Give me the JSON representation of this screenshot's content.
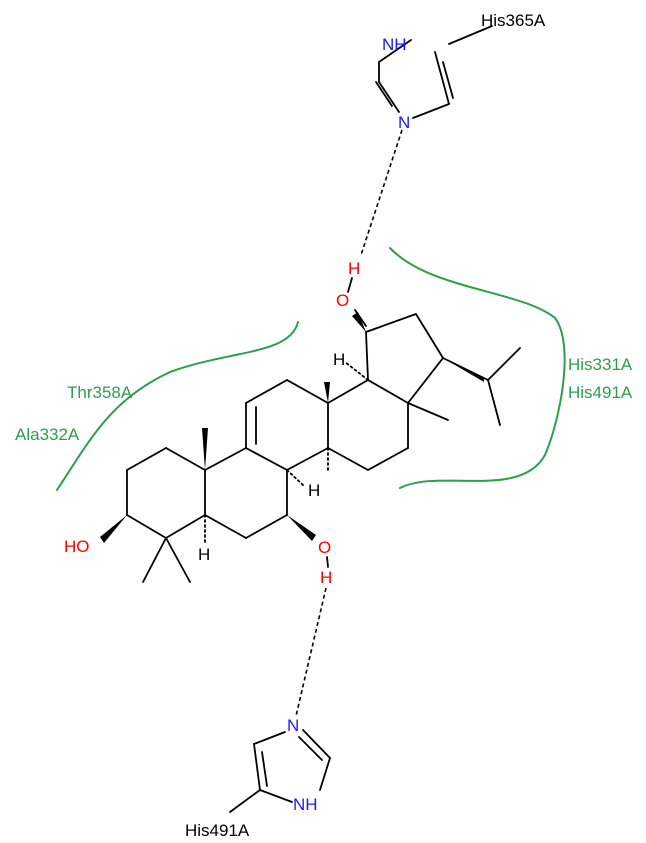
{
  "colors": {
    "bond": "#000000",
    "oxygen": "#ff0000",
    "nitrogen": "#1a1aff",
    "hydrophobic": "#2e9e4f",
    "text": "#000000"
  },
  "residues": {
    "top_his": "His365A",
    "bottom_his": "His491A"
  },
  "hydrophobic_labels": {
    "left_1": "Thr358A",
    "left_2": "Ala332A",
    "right_1": "His331A",
    "right_2": "His491A"
  },
  "atoms": {
    "O": "O",
    "H": "H",
    "HO": "HO",
    "N": "N",
    "NH": "NH"
  }
}
